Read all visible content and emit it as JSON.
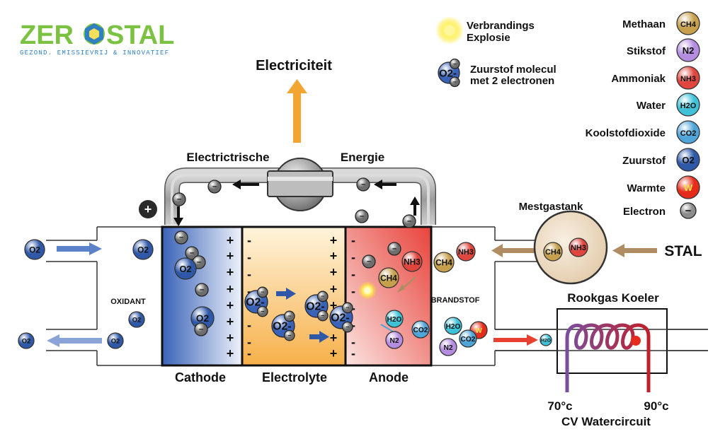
{
  "logo": {
    "brand_left": "ZER",
    "brand_right": "STAL",
    "tagline": "GEZOND. EMISSIEVRIJ & INNOVATIEF",
    "colors": {
      "green": "#7cc242",
      "blue": "#2f7fc1"
    }
  },
  "title": "Electriciteit",
  "energy_label_left": "Electrictrische",
  "energy_label_right": "Energie",
  "sections": {
    "cathode": "Cathode",
    "electrolyte": "Electrolyte",
    "anode": "Anode",
    "oxidant": "OXIDANT",
    "brandstof": "BRANDSTOF"
  },
  "tank": {
    "label": "Mestgastank",
    "source": "STAL"
  },
  "cooler": {
    "title": "Rookgas Koeler",
    "temp_low": "70°c",
    "temp_high": "90°c",
    "circuit": "CV Watercircuit"
  },
  "legend_top": {
    "burn_line1": "Verbrandings",
    "burn_line2": "Explosie",
    "oxygen_line1": "Zuurstof molecul",
    "oxygen_line2": "met 2 electronen",
    "oxygen_icon": "O2-"
  },
  "legend": [
    {
      "label": "Methaan",
      "chip": "CH4",
      "color": "#c7a04d",
      "icon": "methane-icon"
    },
    {
      "label": "Stikstof",
      "chip": "N2",
      "color": "#b48de0",
      "icon": "nitrogen-icon"
    },
    {
      "label": "Ammoniak",
      "chip": "NH3",
      "color": "#e0463e",
      "icon": "ammonia-icon"
    },
    {
      "label": "Water",
      "chip": "H2O",
      "color": "#3fc2d8",
      "icon": "water-icon"
    },
    {
      "label": "Koolstofdioxide",
      "chip": "CO2",
      "color": "#4fa4d8",
      "icon": "co2-icon"
    },
    {
      "label": "Zuurstof",
      "chip": "O2",
      "color": "#2f59a8",
      "icon": "oxygen-icon"
    },
    {
      "label": "Warmte",
      "chip": "W",
      "color": "#e52b1b",
      "icon": "heat-icon"
    },
    {
      "label": "Electron",
      "chip": "−",
      "color": "#8c8c8c",
      "icon": "electron-icon"
    }
  ],
  "molecules": {
    "o2": "O2",
    "o2_ion": "O2-",
    "ch4": "CH4",
    "nh3": "NH3",
    "h2o": "H2O",
    "co2": "CO2",
    "n2": "N2",
    "w": "W",
    "electron": "−",
    "plus": "+",
    "minus": "-"
  },
  "colors": {
    "cathode": "#3a63b8",
    "electrolyte": "#f6b04a",
    "anode": "#e8433b",
    "arrow_orange": "#f3a532",
    "arrow_blue": "#5b82c8",
    "arrow_tan": "#b08c63",
    "arrow_red": "#e84030",
    "coil_purple": "#7a4d9e",
    "coil_red": "#c0202a"
  }
}
